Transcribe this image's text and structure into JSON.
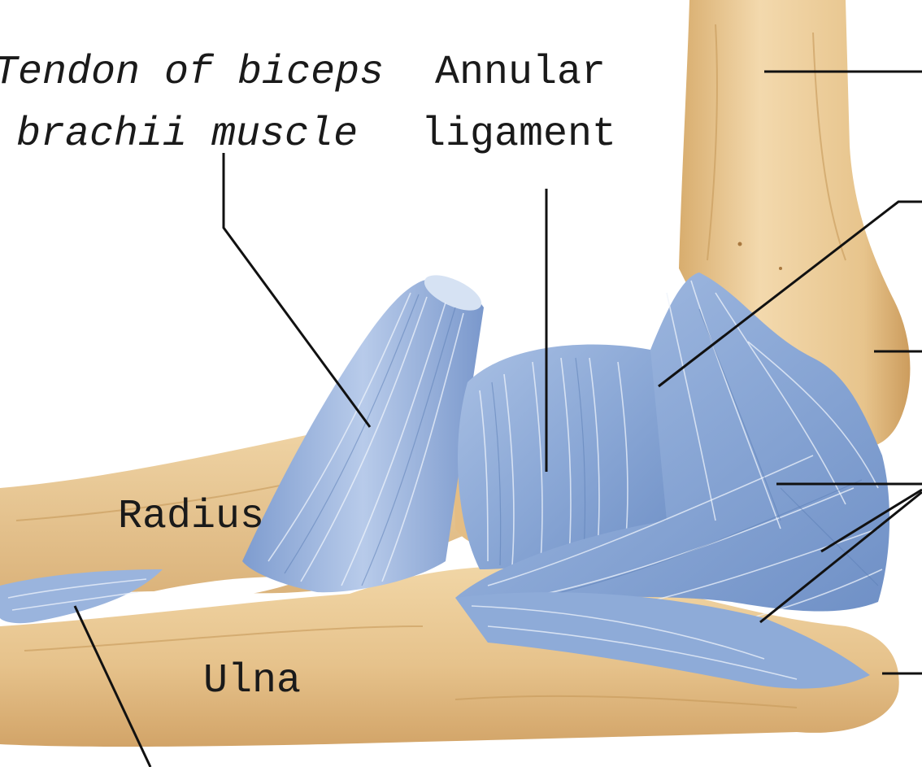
{
  "labels": {
    "tendon_line1": "Tendon of biceps",
    "tendon_line2": "brachii muscle",
    "annular_line1": "Annular",
    "annular_line2": "ligament",
    "radius": "Radius",
    "ulna": "Ulna"
  },
  "colors": {
    "bone": "#e8c58d",
    "bone_shadow": "#c99a5c",
    "ligament": "#8fabd8",
    "ligament_dark": "#5f82bd",
    "leader": "#111111"
  }
}
